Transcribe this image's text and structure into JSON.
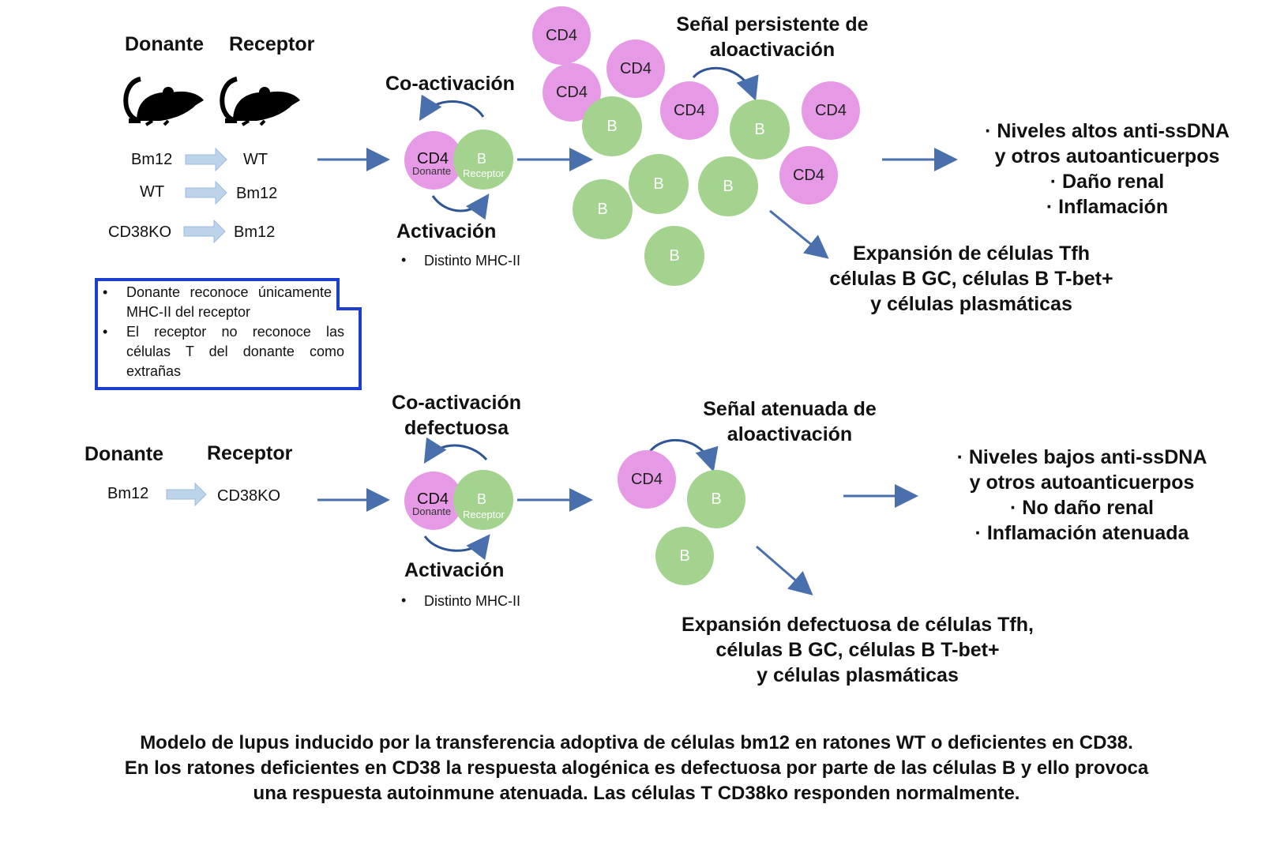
{
  "top": {
    "donor_header": "Donante",
    "recipient_header": "Receptor",
    "transfers": [
      {
        "donor": "Bm12",
        "recipient": "WT"
      },
      {
        "donor": "WT",
        "recipient": "Bm12"
      },
      {
        "donor": "CD38KO",
        "recipient": "Bm12"
      }
    ],
    "note_items": [
      "Donante reconoce únicamente MHC-II del receptor",
      "El receptor no reconoce las células T del donante como extrañas"
    ],
    "coactivation": "Co-activación",
    "activation": "Activación",
    "mhc_bullet": "Distinto MHC-II",
    "pair": {
      "cd4": "CD4",
      "donor": "Donante",
      "b": "B",
      "recipient": "Receptor"
    },
    "signal_title": "Señal persistente de aloactivación",
    "cells_cd4": "CD4",
    "cells_b": "B",
    "outcome_lines": [
      "· Niveles altos anti-ssDNA",
      "y otros autoanticuerpos",
      "· Daño renal",
      "· Inflamación"
    ],
    "expansion_lines": [
      "Expansión de células Tfh",
      "células B GC, células B T-bet+",
      "y células plasmáticas"
    ]
  },
  "bottom": {
    "donor_header": "Donante",
    "recipient_header": "Receptor",
    "transfer": {
      "donor": "Bm12",
      "recipient": "CD38KO"
    },
    "coactivation_lines": [
      "Co-activación",
      "defectuosa"
    ],
    "activation": "Activación",
    "mhc_bullet": "Distinto MHC-II",
    "pair": {
      "cd4": "CD4",
      "donor": "Donante",
      "b": "B",
      "recipient": "Receptor"
    },
    "signal_lines": [
      "Señal atenuada de",
      "aloactivación"
    ],
    "cells_cd4": "CD4",
    "cells_b": "B",
    "outcome_lines": [
      "· Niveles bajos anti-ssDNA",
      "y otros autoanticuerpos",
      "· No daño renal",
      "· Inflamación atenuada"
    ],
    "expansion_lines": [
      "Expansión defectuosa de células Tfh,",
      "células B GC, células B T-bet+",
      "y células plasmáticas"
    ]
  },
  "caption_lines": [
    "Modelo de lupus inducido por la transferencia adoptiva de células bm12 en ratones WT o deficientes en CD38.",
    "En los ratones deficientes en CD38 la respuesta alogénica es defectuosa por parte de las células B y ello provoca",
    "una respuesta autoinmune atenuada. Las células T CD38ko responden normalmente."
  ],
  "colors": {
    "cd4": "#e69ae6",
    "b_cell": "#a3d38e",
    "arrow": "#4a6fad",
    "transfer_arrow": "#bcd3ea",
    "note_border": "#1a3fcf"
  },
  "icons": [
    "mouse-icon",
    "transfer-arrow-icon",
    "curved-arrow-icon"
  ]
}
